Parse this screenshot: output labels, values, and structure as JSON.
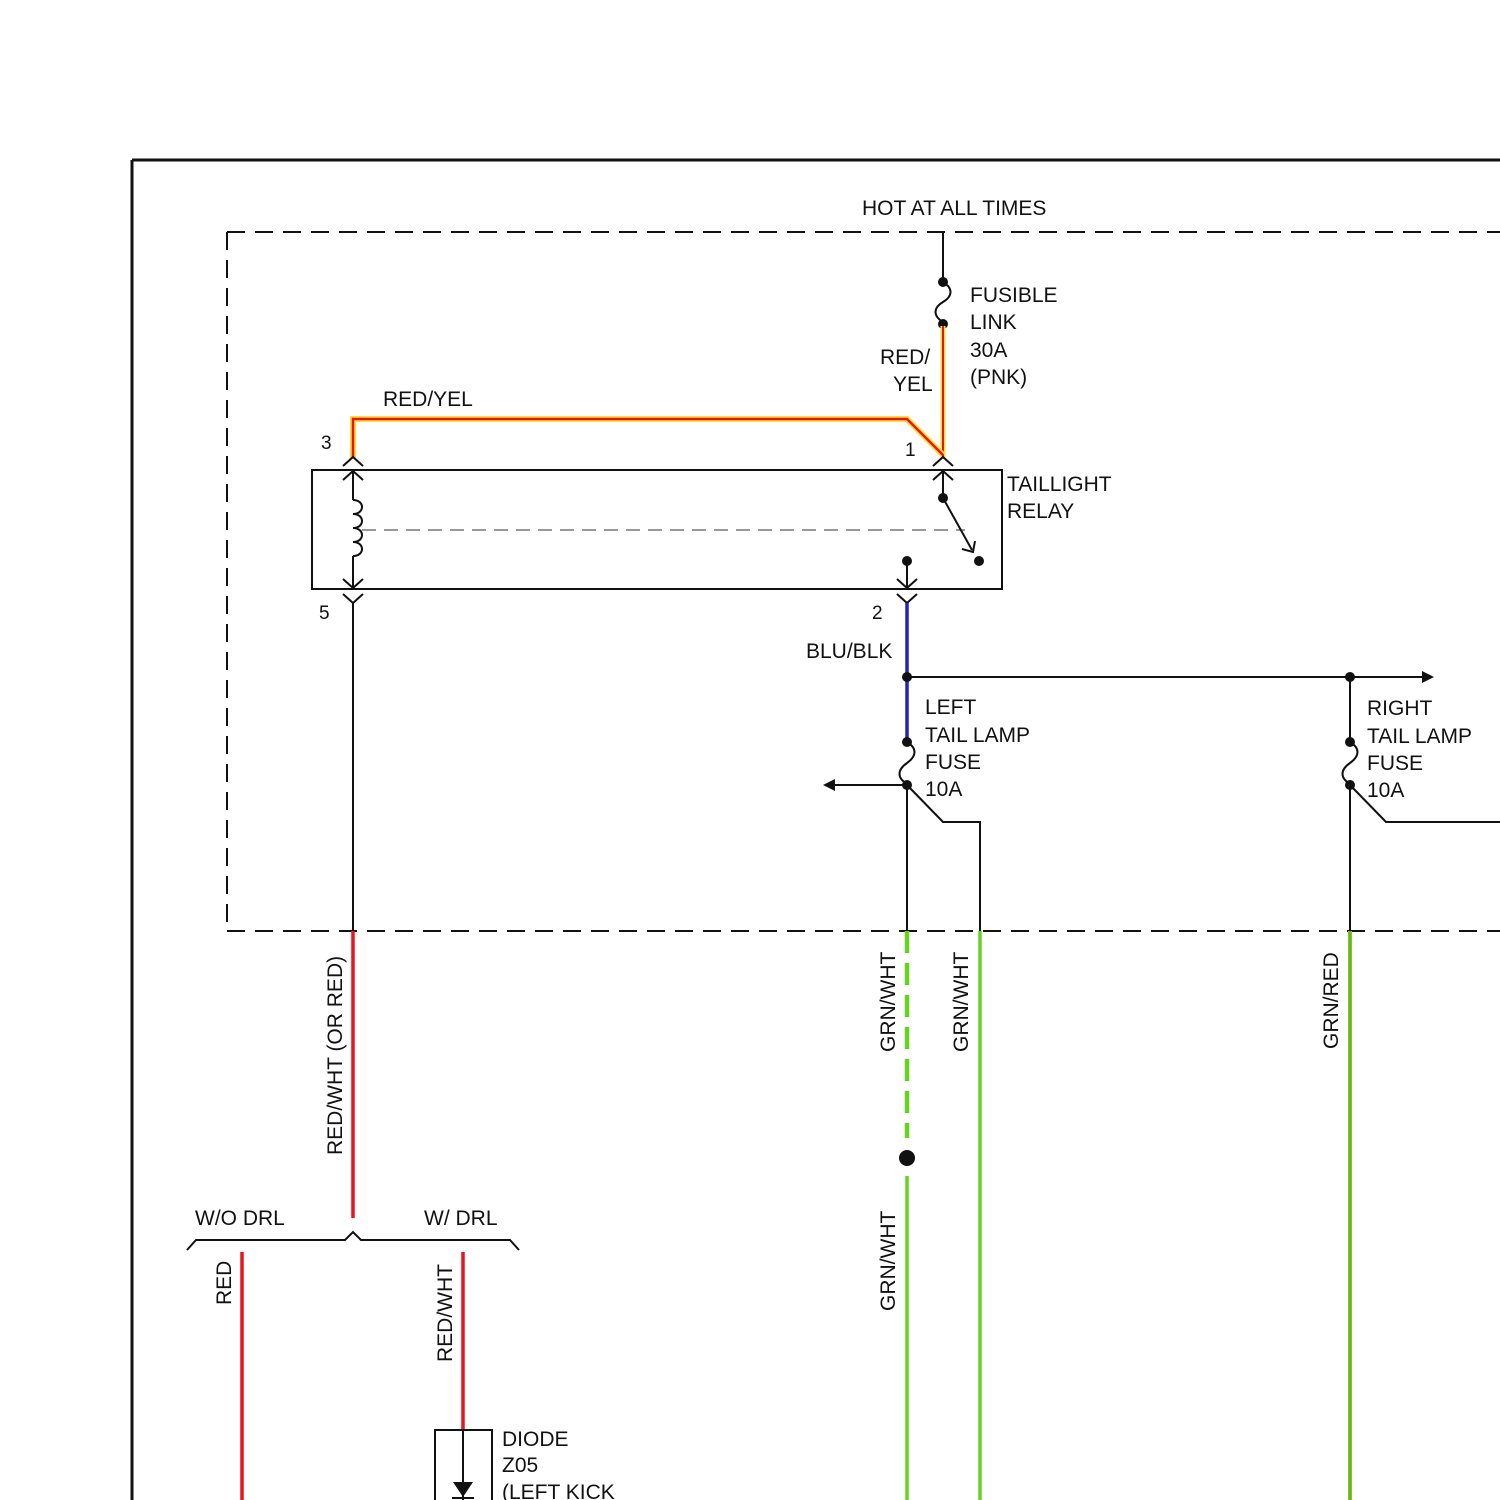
{
  "labels": {
    "hot_at_all_times": "HOT AT ALL TIMES",
    "fusible_link": [
      "FUSIBLE",
      "LINK",
      "30A",
      "(PNK)"
    ],
    "red_yel_vertical": [
      "RED/",
      "YEL"
    ],
    "red_yel_top": "RED/YEL",
    "taillight_relay": [
      "TAILLIGHT",
      "RELAY"
    ],
    "blu_blk": "BLU/BLK",
    "left_tail_lamp_fuse": [
      "LEFT",
      "TAIL LAMP",
      "FUSE",
      "10A"
    ],
    "right_tail_lamp_fuse": [
      "RIGHT",
      "TAIL LAMP",
      "FUSE",
      "10A"
    ],
    "red_wht_or_red": "RED/WHT (OR RED)",
    "grn_wht_1": "GRN/WHT",
    "grn_wht_2": "GRN/WHT",
    "grn_wht_3": "GRN/WHT",
    "grn_red": "GRN/RED",
    "wo_drl": "W/O DRL",
    "w_drl": "W/ DRL",
    "red": "RED",
    "red_wht": "RED/WHT",
    "diode": [
      "DIODE",
      "Z05",
      "(LEFT KICK"
    ]
  },
  "pins": {
    "p3": "3",
    "p1": "1",
    "p5": "5",
    "p2": "2"
  },
  "wire_colors": {
    "red": "#e8141e",
    "yellow": "#f2e13a",
    "blue": "#2323b8",
    "green": "#66d320",
    "olive": "#8a9a2a"
  }
}
